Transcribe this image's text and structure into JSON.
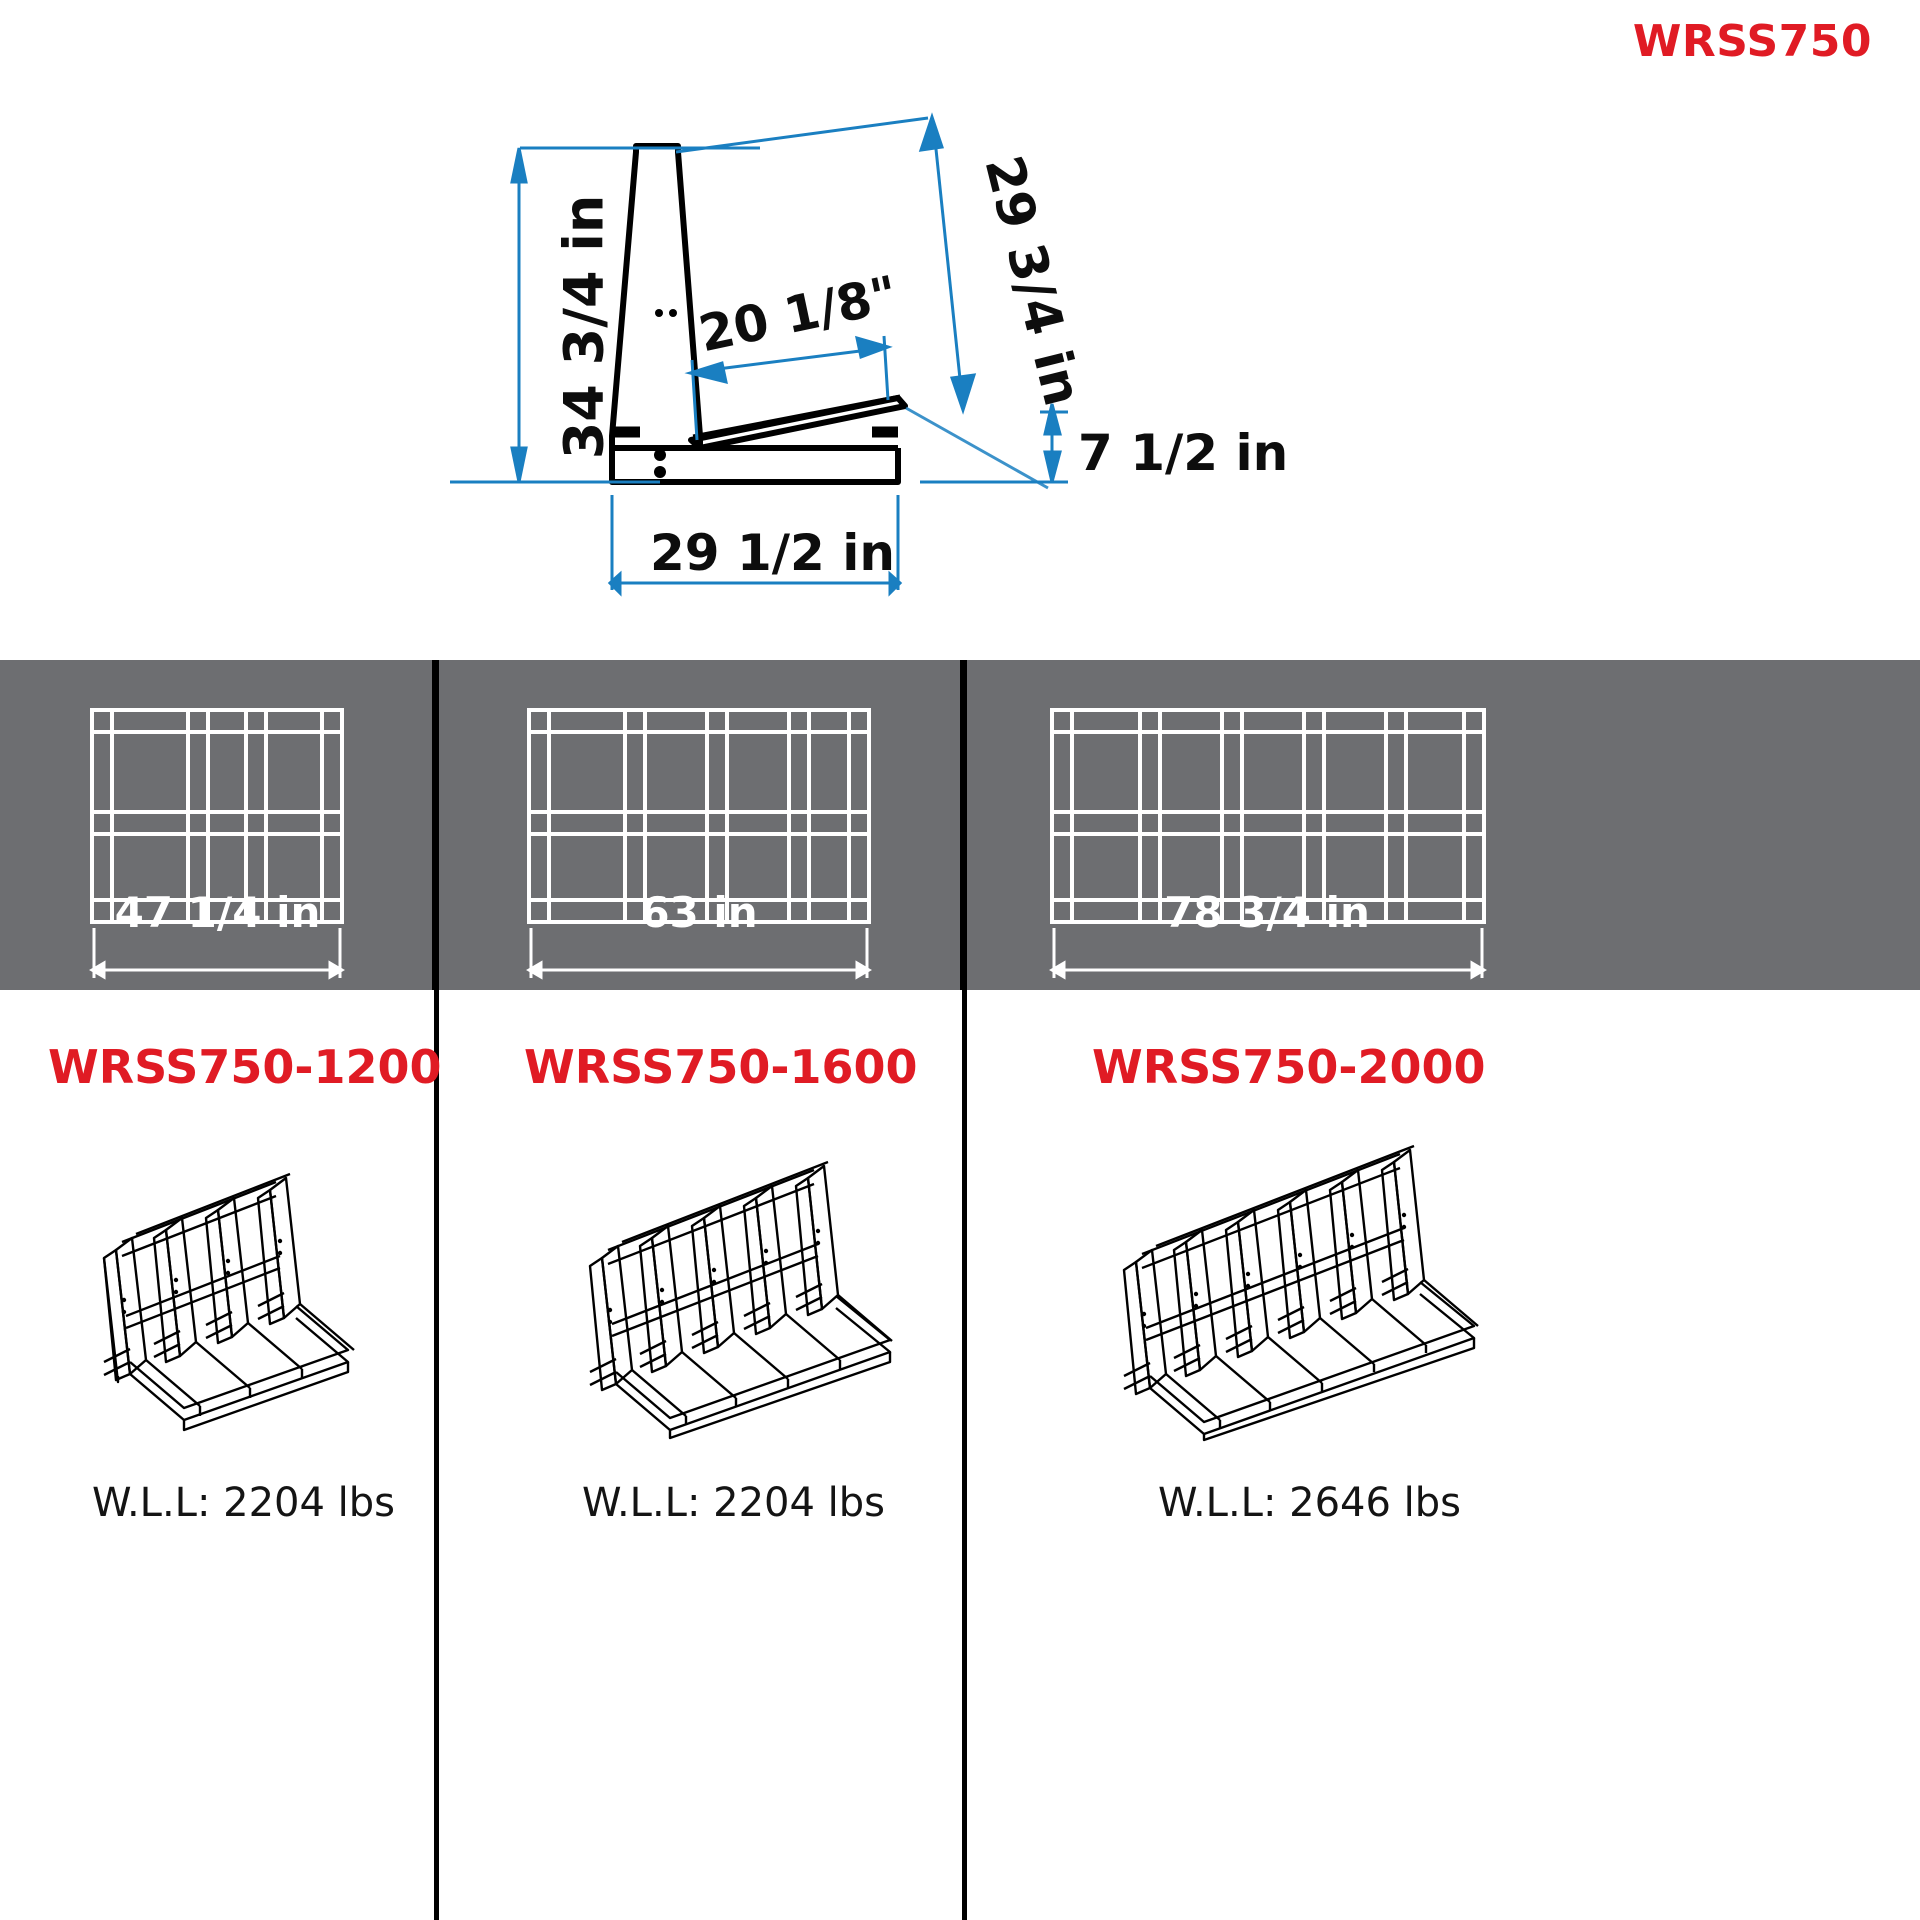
{
  "header": {
    "model_title": "WRSS750",
    "accent_color": "#e01b24",
    "gray_panel_color": "#6d6e71"
  },
  "profile_drawing": {
    "name": "side-profile-dimension-drawing",
    "dimensions": {
      "overall_height": "34 3/4 in",
      "diagonal_face": "29 3/4 in",
      "inner_span": "20 1/8\"",
      "base_depth": "7 1/2 in",
      "overall_width": "29 1/2 in"
    }
  },
  "front_views": [
    {
      "name": "front-view-1200",
      "width_label": "47 1/4 in",
      "bays": 3
    },
    {
      "name": "front-view-1600",
      "width_label": "63 in",
      "bays": 4
    },
    {
      "name": "front-view-2000",
      "width_label": "78 3/4 in",
      "bays": 5
    }
  ],
  "variants": [
    {
      "code": "WRSS750-1200",
      "wll": "W.L.L: 2204 lbs",
      "uprights": 4
    },
    {
      "code": "WRSS750-1600",
      "wll": "W.L.L: 2204 lbs",
      "uprights": 5
    },
    {
      "code": "WRSS750-2000",
      "wll": "W.L.L: 2646 lbs",
      "uprights": 6
    }
  ]
}
